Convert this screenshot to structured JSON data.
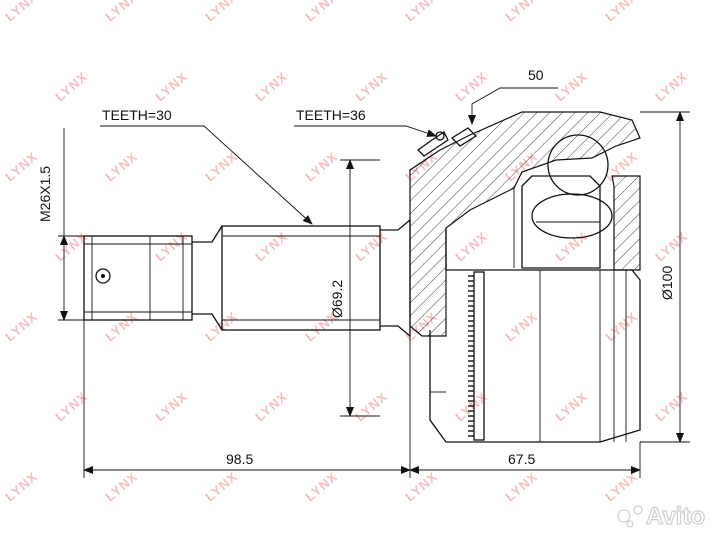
{
  "labels": {
    "teeth_left": "TEETH=30",
    "teeth_right": "TEETH=36",
    "thread": "M26X1.5",
    "dia_shaft": "Ø69.2",
    "dia_body": "Ø100",
    "len_shaft": "98.5",
    "len_body": "67.5",
    "ring_size": "50"
  },
  "watermark": {
    "text": "LYNX"
  },
  "badge": {
    "text": "Avito"
  },
  "colors": {
    "watermark": "#f2a9a9",
    "ink": "#111111",
    "background": "#ffffff"
  }
}
